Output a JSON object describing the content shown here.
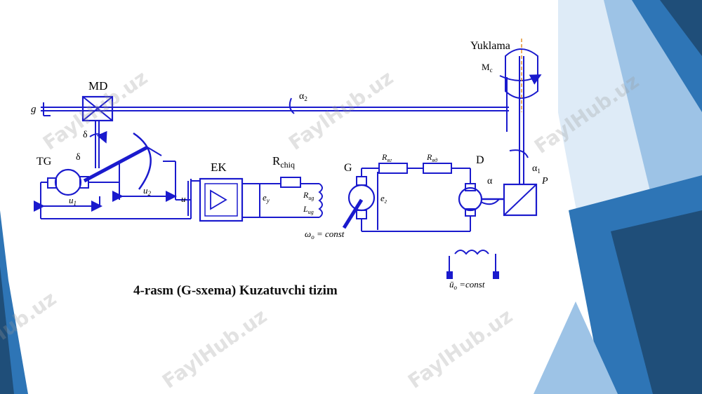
{
  "caption": "4-rasm (G-sxema) Kuzatuvchi tizim",
  "watermark": "FaylHub.uz",
  "labels": {
    "md": "MD",
    "g_shaft": "g",
    "tg": "TG",
    "delta_top": "δ",
    "delta_left": "δ",
    "u1": "u",
    "u1_sub": "1",
    "u2": "u",
    "u2_sub": "2",
    "u": "u",
    "ek": "EK",
    "ey": "e",
    "ey_sub": "y",
    "r_chiq": "R",
    "r_chiq_sub": "chiq",
    "r_ug": "R",
    "r_ug_sub": "ug",
    "l_ug": "L",
    "l_ug_sub": "ug",
    "omega": "ω",
    "omega_sub": "o",
    "omega_const": " = const",
    "gen": "G",
    "eg": "e",
    "eg_sub": "г",
    "r_yag": "R",
    "r_yag_sub": "яг",
    "r_yad": "R",
    "r_yad_sub": "яд",
    "motor": "D",
    "alpha": "α",
    "alpha2": "α",
    "alpha2_sub": "2",
    "alpha1": "α",
    "alpha1_sub": "1",
    "p": "P",
    "yuklama": "Yuklama",
    "mc": "M",
    "mc_sub": "c",
    "u0": "ū",
    "u0_sub": "o",
    "u0_const": " =const"
  },
  "colors": {
    "wire": "#1a1acd",
    "accent_dark": "#1f4e79",
    "accent_mid": "#2e75b6",
    "accent_light": "#9dc3e6",
    "accent_pale": "#deebf7"
  }
}
